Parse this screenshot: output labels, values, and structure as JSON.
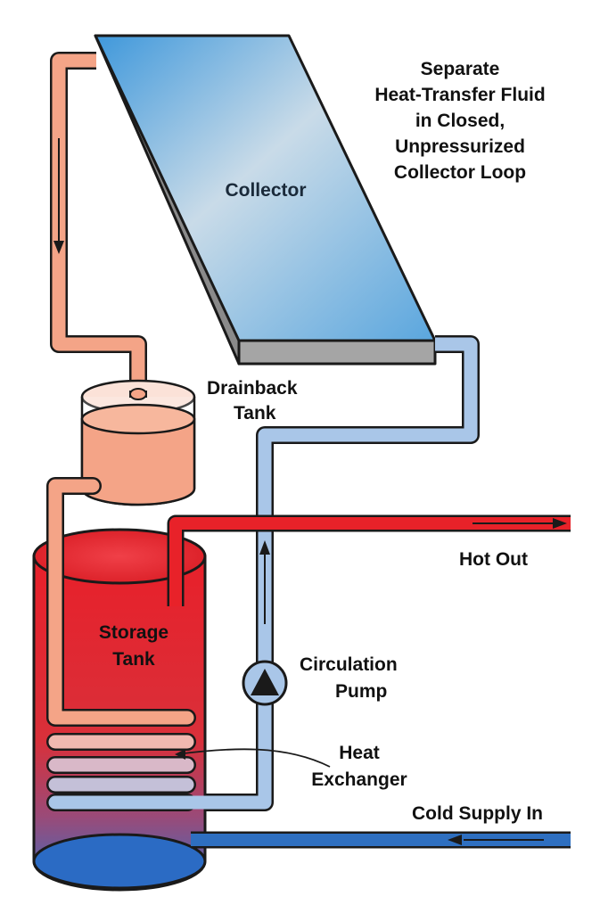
{
  "labels": {
    "collector": "Collector",
    "title_line1": "Separate",
    "title_line2": "Heat-Transfer Fluid",
    "title_line3": "in Closed,",
    "title_line4": "Unpressurized",
    "title_line5": "Collector Loop",
    "drainback_line1": "Drainback",
    "drainback_line2": "Tank",
    "hot_out": "Hot Out",
    "storage_line1": "Storage",
    "storage_line2": "Tank",
    "pump_line1": "Circulation",
    "pump_line2": "Pump",
    "hx_line1": "Heat",
    "hx_line2": "Exchanger",
    "cold_in": "Cold Supply In"
  },
  "colors": {
    "hot_fluid": "#f4a487",
    "cold_fluid": "#a9c6e8",
    "hot_water": "#e82229",
    "cold_water": "#2e6fc0",
    "collector_top": "#4a9fdc",
    "collector_bottom": "#cfdde8",
    "outline": "#1a1a1a"
  }
}
